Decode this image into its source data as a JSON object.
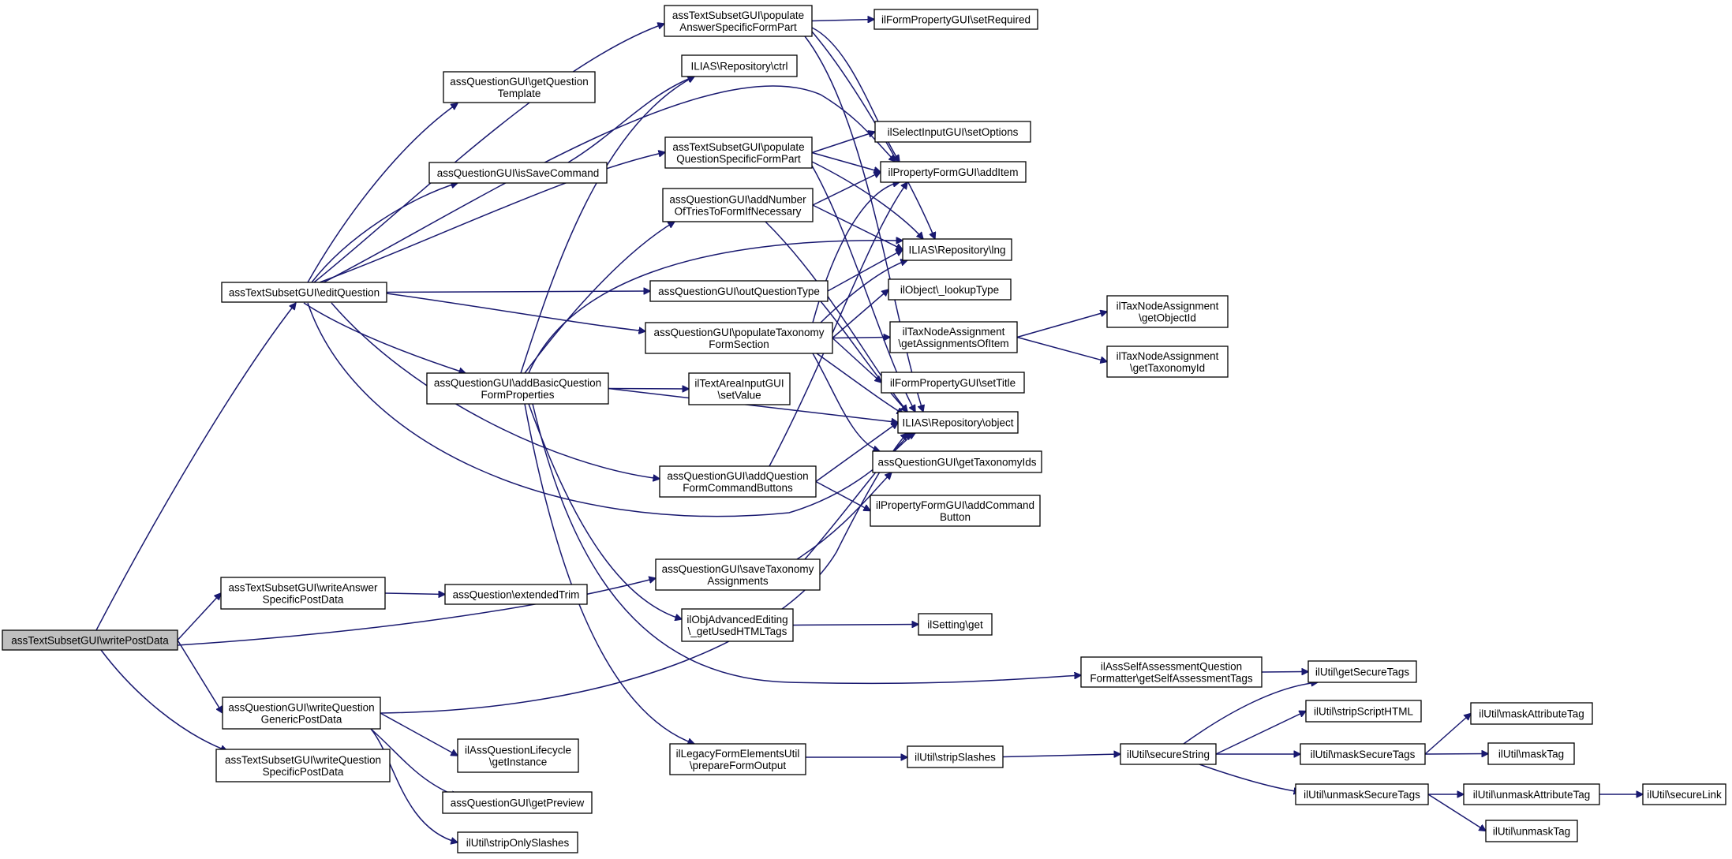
{
  "colors": {
    "edge": "#191970",
    "node_border": "#000000",
    "node_fill": "#ffffff",
    "root_fill": "#bfbfbf"
  },
  "nodes": {
    "root": [
      "assTextSubsetGUI\\writePostData"
    ],
    "editQuestion": [
      "assTextSubsetGUI\\editQuestion"
    ],
    "writeAnswer": [
      "assTextSubsetGUI\\writeAnswer",
      "SpecificPostData"
    ],
    "writeQGeneric": [
      "assQuestionGUI\\writeQuestion",
      "GenericPostData"
    ],
    "writeQSpecific": [
      "assTextSubsetGUI\\writeQuestion",
      "SpecificPostData"
    ],
    "getQTemplate": [
      "assQuestionGUI\\getQuestion",
      "Template"
    ],
    "isSaveCmd": [
      "assQuestionGUI\\isSaveCommand"
    ],
    "addBasic": [
      "assQuestionGUI\\addBasicQuestion",
      "FormProperties"
    ],
    "extTrim": [
      "assQuestion\\extendedTrim"
    ],
    "lifecycle": [
      "ilAssQuestionLifecycle",
      "\\getInstance"
    ],
    "getPreview": [
      "assQuestionGUI\\getPreview"
    ],
    "stripOnly": [
      "ilUtil\\stripOnlySlashes"
    ],
    "popAnswer": [
      "assTextSubsetGUI\\populate",
      "AnswerSpecificFormPart"
    ],
    "repoCtrl": [
      "ILIAS\\Repository\\ctrl"
    ],
    "popQuestion": [
      "assTextSubsetGUI\\populate",
      "QuestionSpecificFormPart"
    ],
    "addTries": [
      "assQuestionGUI\\addNumber",
      "OfTriesToFormIfNecessary"
    ],
    "outQType": [
      "assQuestionGUI\\outQuestionType"
    ],
    "popTax": [
      "assQuestionGUI\\populateTaxonomy",
      "FormSection"
    ],
    "textArea": [
      "ilTextAreaInputGUI",
      "\\setValue"
    ],
    "addCmdBtns": [
      "assQuestionGUI\\addQuestion",
      "FormCommandButtons"
    ],
    "saveTax": [
      "assQuestionGUI\\saveTaxonomy",
      "Assignments"
    ],
    "advEdit": [
      "ilObjAdvancedEditing",
      "\\_getUsedHTMLTags"
    ],
    "legacy": [
      "ilLegacyFormElementsUtil",
      "\\prepareFormOutput"
    ],
    "setRequired": [
      "ilFormPropertyGUI\\setRequired"
    ],
    "setOptions": [
      "ilSelectInputGUI\\setOptions"
    ],
    "addItem": [
      "ilPropertyFormGUI\\addItem"
    ],
    "repoLng": [
      "ILIAS\\Repository\\lng"
    ],
    "lookupType": [
      "ilObject\\_lookupType"
    ],
    "getAssign": [
      "ilTaxNodeAssignment",
      "\\getAssignmentsOfItem"
    ],
    "setTitle": [
      "ilFormPropertyGUI\\setTitle"
    ],
    "repoObject": [
      "ILIAS\\Repository\\object"
    ],
    "getTaxIds": [
      "assQuestionGUI\\getTaxonomyIds"
    ],
    "addCmdBtn": [
      "ilPropertyFormGUI\\addCommand",
      "Button"
    ],
    "settingGet": [
      "ilSetting\\get"
    ],
    "stripSlashes": [
      "ilUtil\\stripSlashes"
    ],
    "getObjId": [
      "ilTaxNodeAssignment",
      "\\getObjectId"
    ],
    "getTaxId": [
      "ilTaxNodeAssignment",
      "\\getTaxonomyId"
    ],
    "selfAssess": [
      "ilAssSelfAssessmentQuestion",
      "Formatter\\getSelfAssessmentTags"
    ],
    "secureString": [
      "ilUtil\\secureString"
    ],
    "getSecure": [
      "ilUtil\\getSecureTags"
    ],
    "stripScript": [
      "ilUtil\\stripScriptHTML"
    ],
    "maskSecure": [
      "ilUtil\\maskSecureTags"
    ],
    "unmaskSecure": [
      "ilUtil\\unmaskSecureTags"
    ],
    "maskAttr": [
      "ilUtil\\maskAttributeTag"
    ],
    "maskTag": [
      "ilUtil\\maskTag"
    ],
    "unmaskAttr": [
      "ilUtil\\unmaskAttributeTag"
    ],
    "unmaskTag": [
      "ilUtil\\unmaskTag"
    ],
    "secureLink": [
      "ilUtil\\secureLink"
    ]
  },
  "edges": [
    [
      "root",
      "editQuestion"
    ],
    [
      "root",
      "writeAnswer"
    ],
    [
      "root",
      "writeQGeneric"
    ],
    [
      "root",
      "writeQSpecific"
    ],
    [
      "root",
      "saveTax"
    ],
    [
      "editQuestion",
      "getQTemplate"
    ],
    [
      "editQuestion",
      "isSaveCmd"
    ],
    [
      "editQuestion",
      "addBasic"
    ],
    [
      "editQuestion",
      "popAnswer"
    ],
    [
      "editQuestion",
      "popQuestion"
    ],
    [
      "editQuestion",
      "outQType"
    ],
    [
      "editQuestion",
      "popTax"
    ],
    [
      "editQuestion",
      "addCmdBtns"
    ],
    [
      "editQuestion",
      "addItem"
    ],
    [
      "editQuestion",
      "repoObject"
    ],
    [
      "writeAnswer",
      "extTrim"
    ],
    [
      "writeQGeneric",
      "lifecycle"
    ],
    [
      "writeQGeneric",
      "getPreview"
    ],
    [
      "writeQGeneric",
      "stripOnly"
    ],
    [
      "writeQGeneric",
      "repoObject"
    ],
    [
      "isSaveCmd",
      "repoCtrl"
    ],
    [
      "addBasic",
      "repoCtrl"
    ],
    [
      "addBasic",
      "addTries"
    ],
    [
      "addBasic",
      "repoLng"
    ],
    [
      "addBasic",
      "textArea"
    ],
    [
      "addBasic",
      "repoObject"
    ],
    [
      "addBasic",
      "advEdit"
    ],
    [
      "addBasic",
      "legacy"
    ],
    [
      "addBasic",
      "selfAssess"
    ],
    [
      "popAnswer",
      "setRequired"
    ],
    [
      "popAnswer",
      "addItem"
    ],
    [
      "popAnswer",
      "repoLng"
    ],
    [
      "popAnswer",
      "repoObject"
    ],
    [
      "popQuestion",
      "setOptions"
    ],
    [
      "popQuestion",
      "addItem"
    ],
    [
      "popQuestion",
      "repoLng"
    ],
    [
      "popQuestion",
      "repoObject"
    ],
    [
      "addTries",
      "addItem"
    ],
    [
      "addTries",
      "repoLng"
    ],
    [
      "addTries",
      "repoObject"
    ],
    [
      "outQType",
      "repoLng"
    ],
    [
      "outQType",
      "repoObject"
    ],
    [
      "popTax",
      "addItem"
    ],
    [
      "popTax",
      "repoLng"
    ],
    [
      "popTax",
      "lookupType"
    ],
    [
      "popTax",
      "getAssign"
    ],
    [
      "popTax",
      "setTitle"
    ],
    [
      "popTax",
      "repoObject"
    ],
    [
      "popTax",
      "getTaxIds"
    ],
    [
      "addCmdBtns",
      "addItem"
    ],
    [
      "addCmdBtns",
      "repoObject"
    ],
    [
      "addCmdBtns",
      "addCmdBtn"
    ],
    [
      "saveTax",
      "repoObject"
    ],
    [
      "saveTax",
      "getTaxIds"
    ],
    [
      "advEdit",
      "settingGet"
    ],
    [
      "legacy",
      "stripSlashes"
    ],
    [
      "getAssign",
      "getObjId"
    ],
    [
      "getAssign",
      "getTaxId"
    ],
    [
      "selfAssess",
      "getSecure"
    ],
    [
      "stripSlashes",
      "secureString"
    ],
    [
      "secureString",
      "getSecure"
    ],
    [
      "secureString",
      "stripScript"
    ],
    [
      "secureString",
      "maskSecure"
    ],
    [
      "secureString",
      "unmaskSecure"
    ],
    [
      "maskSecure",
      "maskAttr"
    ],
    [
      "maskSecure",
      "maskTag"
    ],
    [
      "unmaskSecure",
      "unmaskAttr"
    ],
    [
      "unmaskSecure",
      "unmaskTag"
    ],
    [
      "unmaskAttr",
      "secureLink"
    ]
  ]
}
